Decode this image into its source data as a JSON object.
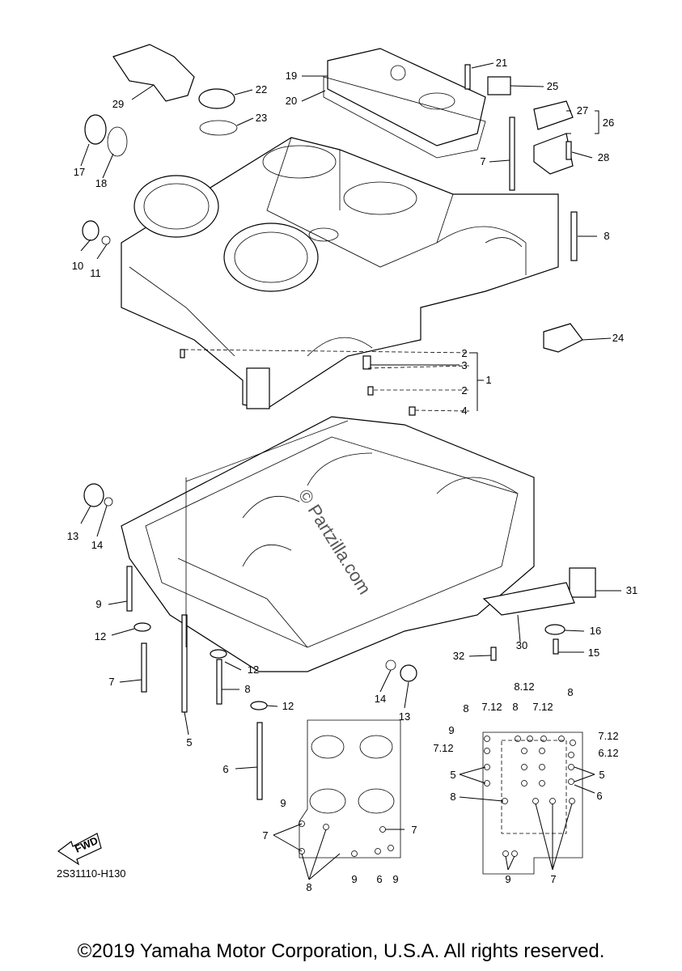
{
  "diagram": {
    "callouts": [
      {
        "id": "c29",
        "text": "29"
      },
      {
        "id": "c22",
        "text": "22"
      },
      {
        "id": "c23",
        "text": "23"
      },
      {
        "id": "c17",
        "text": "17"
      },
      {
        "id": "c18",
        "text": "18"
      },
      {
        "id": "c19",
        "text": "19"
      },
      {
        "id": "c20",
        "text": "20"
      },
      {
        "id": "c21",
        "text": "21"
      },
      {
        "id": "c25",
        "text": "25"
      },
      {
        "id": "c27",
        "text": "27"
      },
      {
        "id": "c26",
        "text": "26"
      },
      {
        "id": "c28",
        "text": "28"
      },
      {
        "id": "c7a",
        "text": "7"
      },
      {
        "id": "c8a",
        "text": "8"
      },
      {
        "id": "c10",
        "text": "10"
      },
      {
        "id": "c11",
        "text": "11"
      },
      {
        "id": "c24",
        "text": "24"
      },
      {
        "id": "c2a",
        "text": "2"
      },
      {
        "id": "c3",
        "text": "3"
      },
      {
        "id": "c1",
        "text": "1"
      },
      {
        "id": "c2b",
        "text": "2"
      },
      {
        "id": "c4",
        "text": "4"
      },
      {
        "id": "c13a",
        "text": "13"
      },
      {
        "id": "c14a",
        "text": "14"
      },
      {
        "id": "c9a",
        "text": "9"
      },
      {
        "id": "c12a",
        "text": "12"
      },
      {
        "id": "c7b",
        "text": "7"
      },
      {
        "id": "c12b",
        "text": "12"
      },
      {
        "id": "c8b",
        "text": "8"
      },
      {
        "id": "c12c",
        "text": "12"
      },
      {
        "id": "c5",
        "text": "5"
      },
      {
        "id": "c6",
        "text": "6"
      },
      {
        "id": "c14b",
        "text": "14"
      },
      {
        "id": "c13b",
        "text": "13"
      },
      {
        "id": "c31",
        "text": "31"
      },
      {
        "id": "c16",
        "text": "16"
      },
      {
        "id": "c30",
        "text": "30"
      },
      {
        "id": "c32",
        "text": "32"
      },
      {
        "id": "c15",
        "text": "15"
      }
    ],
    "left_layout_labels": [
      {
        "id": "l9a",
        "text": "9"
      },
      {
        "id": "l7a",
        "text": "7"
      },
      {
        "id": "l7b",
        "text": "7"
      },
      {
        "id": "l8",
        "text": "8"
      },
      {
        "id": "l9b",
        "text": "9"
      },
      {
        "id": "l6",
        "text": "6"
      },
      {
        "id": "l9c",
        "text": "9"
      }
    ],
    "right_layout_labels": [
      {
        "id": "r812",
        "text": "8.12"
      },
      {
        "id": "r8a",
        "text": "8"
      },
      {
        "id": "r8b",
        "text": "8"
      },
      {
        "id": "r712a",
        "text": "7.12"
      },
      {
        "id": "r8c",
        "text": "8"
      },
      {
        "id": "r9a",
        "text": "9"
      },
      {
        "id": "r712b",
        "text": "7.12"
      },
      {
        "id": "r712c",
        "text": "7.12"
      },
      {
        "id": "r712d",
        "text": "7.12"
      },
      {
        "id": "r612",
        "text": "6.12"
      },
      {
        "id": "r5a",
        "text": "5"
      },
      {
        "id": "r5b",
        "text": "5"
      },
      {
        "id": "r6",
        "text": "6"
      },
      {
        "id": "r8d",
        "text": "8"
      },
      {
        "id": "r9b",
        "text": "9"
      },
      {
        "id": "r7",
        "text": "7"
      }
    ],
    "fwd_label": "FWD",
    "diagram_code": "2S31110-H130",
    "watermark": "© Partzilla.com"
  },
  "footer": {
    "copyright": "©2019 Yamaha Motor Corporation, U.S.A. All rights reserved."
  }
}
